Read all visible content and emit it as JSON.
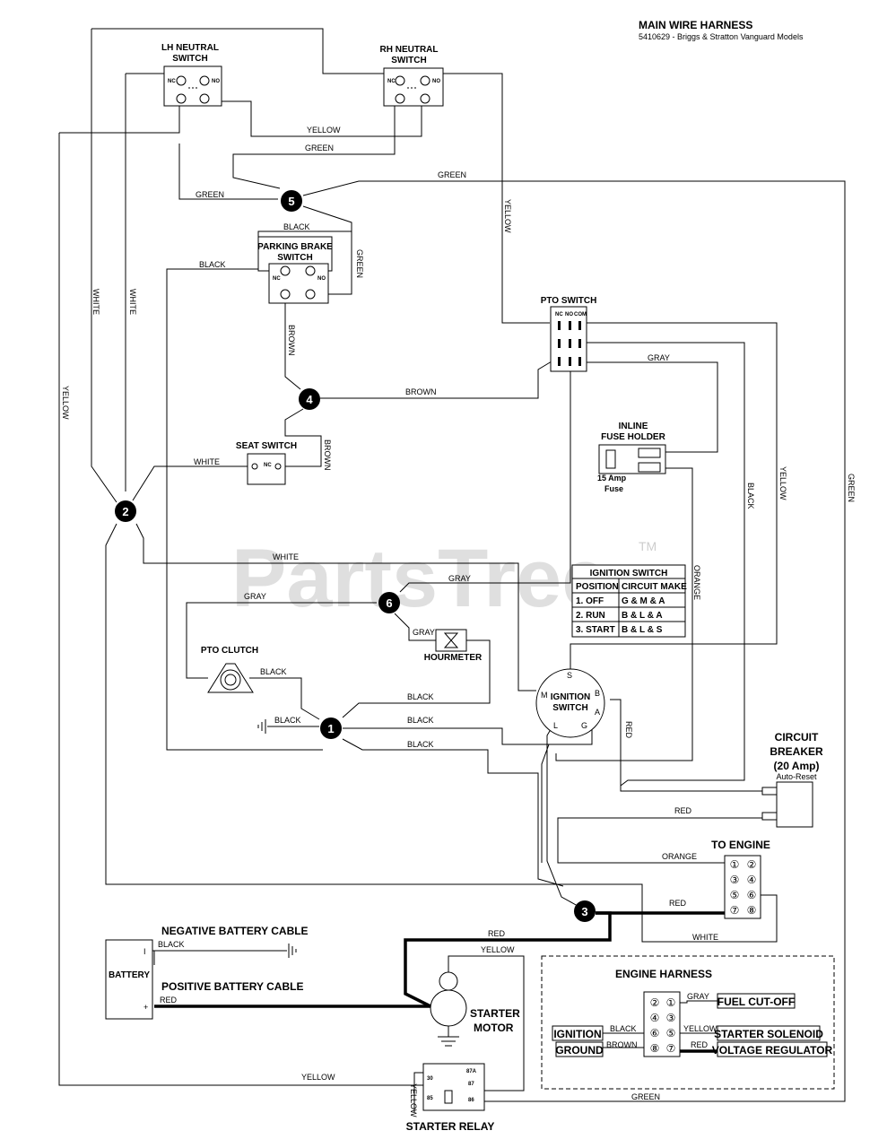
{
  "header": {
    "title": "MAIN WIRE HARNESS",
    "subtitle": "5410629 - Briggs & Stratton Vanguard Models"
  },
  "watermark": {
    "text": "PartsTree",
    "tm": "TM"
  },
  "components": {
    "lh_neutral": [
      "LH NEUTRAL",
      "SWITCH"
    ],
    "rh_neutral": [
      "RH NEUTRAL",
      "SWITCH"
    ],
    "parking_brake": [
      "PARKING BRAKE",
      "SWITCH"
    ],
    "pto_switch": "PTO SWITCH",
    "pto_switch_pins": [
      "NC",
      "NO",
      "COM"
    ],
    "seat_switch": "SEAT SWITCH",
    "inline_fuse": [
      "INLINE",
      "FUSE HOLDER"
    ],
    "fuse": [
      "15 Amp",
      "Fuse"
    ],
    "pto_clutch": "PTO CLUTCH",
    "hourmeter": "HOURMETER",
    "ignition_switch": [
      "IGNITION",
      "SWITCH"
    ],
    "ignition_terminals": [
      "S",
      "M",
      "B",
      "A",
      "L",
      "G"
    ],
    "circuit_breaker": [
      "CIRCUIT",
      "BREAKER",
      "(20 Amp)",
      "Auto-Reset"
    ],
    "to_engine": "TO ENGINE",
    "battery": "BATTERY",
    "battery_neg": "I",
    "battery_pos": "+",
    "neg_cable": "NEGATIVE BATTERY CABLE",
    "pos_cable": "POSITIVE BATTERY CABLE",
    "starter_motor": [
      "STARTER",
      "MOTOR"
    ],
    "starter_relay": "STARTER RELAY",
    "relay_pins": [
      "30",
      "87A",
      "87",
      "85",
      "86"
    ],
    "switch_nc": "NC",
    "switch_no": "NO"
  },
  "ignition_table": {
    "title": "IGNITION SWITCH",
    "headers": [
      "POSITION",
      "CIRCUIT MAKE"
    ],
    "rows": [
      [
        "1. OFF",
        "G & M & A"
      ],
      [
        "2. RUN",
        "B & L & A"
      ],
      [
        "3. START",
        "B & L & S"
      ]
    ]
  },
  "nodes": [
    "1",
    "2",
    "3",
    "4",
    "5",
    "6"
  ],
  "engine_connector_pins": [
    "①",
    "②",
    "③",
    "④",
    "⑤",
    "⑥",
    "⑦",
    "⑧"
  ],
  "engine_harness": {
    "title": "ENGINE HARNESS",
    "pins": [
      "②",
      "①",
      "④",
      "③",
      "⑥",
      "⑤",
      "⑧",
      "⑦"
    ],
    "labels": [
      "FUEL CUT-OFF",
      "STARTER SOLENOID",
      "VOLTAGE REGULATOR",
      "IGNITION",
      "GROUND"
    ],
    "wires": [
      "GRAY",
      "YELLOW",
      "RED",
      "BLACK",
      "BROWN"
    ]
  },
  "wire_colors": {
    "yellow": "YELLOW",
    "green": "GREEN",
    "white": "WHITE",
    "black": "BLACK",
    "brown": "BROWN",
    "gray": "GRAY",
    "orange": "ORANGE",
    "red": "RED"
  }
}
